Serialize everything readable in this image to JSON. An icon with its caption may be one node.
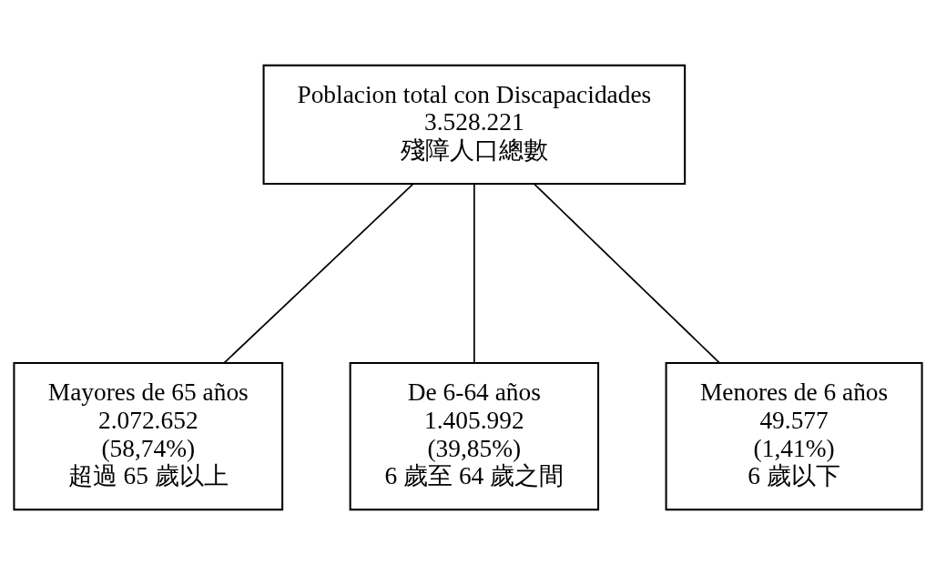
{
  "diagram": {
    "nodes": [
      {
        "text": [
          "Poblacion total con Discapacidades",
          "3.528.221",
          "殘障人口總數"
        ]
      },
      {
        "text": [
          "Mayores de 65 años",
          "2.072.652",
          "(58,74%)",
          "超過 65 歲以上"
        ]
      },
      {
        "text": [
          "De 6-64 años",
          "1.405.992",
          "(39,85%)",
          "6 歲至 64 歲之間"
        ]
      },
      {
        "text": [
          "Menores de 6 años",
          "49.577",
          "(1,41%)",
          "6 歲以下"
        ]
      }
    ],
    "edges": [
      {
        "from": 0,
        "to": 1,
        "arrow": "none"
      },
      {
        "from": 0,
        "to": 2,
        "arrow": "none"
      },
      {
        "from": 0,
        "to": 3,
        "arrow": "none"
      }
    ]
  }
}
